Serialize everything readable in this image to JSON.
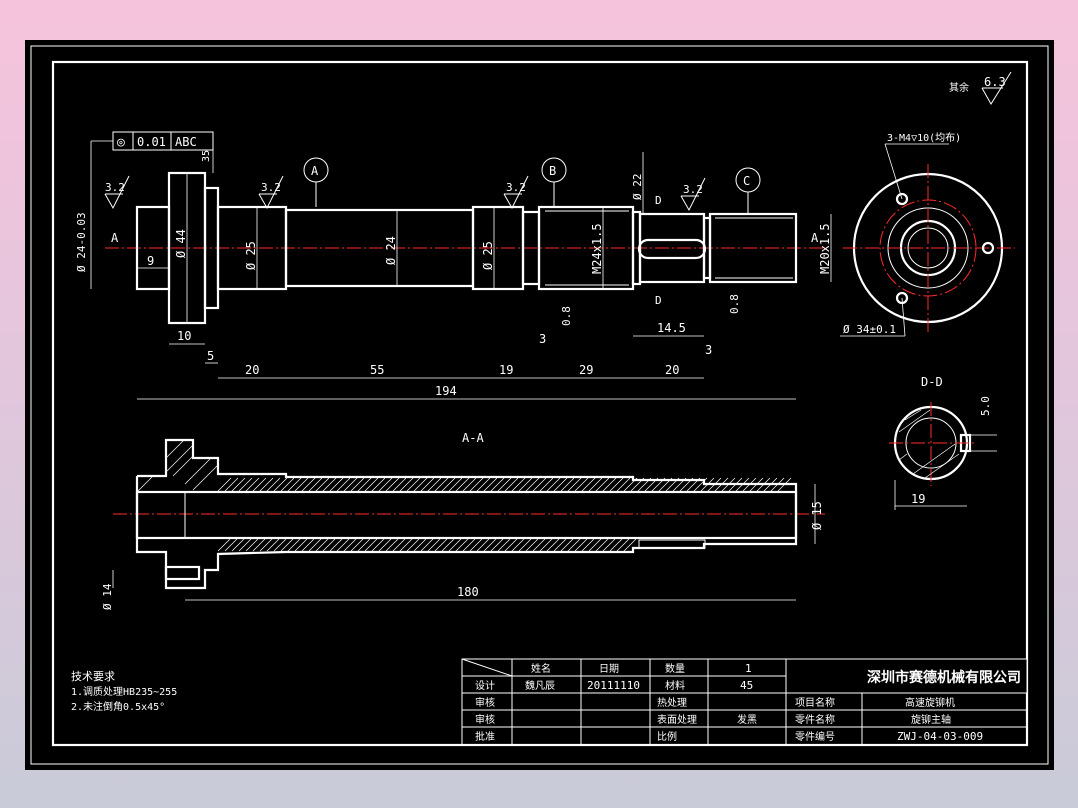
{
  "drawing": {
    "roughness_top": "6.3",
    "roughness_top_note": "其余",
    "roughness": [
      "3.2",
      "3.2",
      "3.2",
      "3.2"
    ],
    "tolerance_frame": {
      "symbol": "◎",
      "value": "0.01",
      "datum": "ABC"
    },
    "datums": [
      "A",
      "B",
      "C"
    ],
    "section_labels": {
      "a_a": "A-A",
      "d_d": "D-D",
      "a": "A",
      "d": "D"
    },
    "diameters": {
      "d24_left": "Ø 24-0.03",
      "d44": "Ø 44",
      "d25_1": "Ø 25",
      "d24": "Ø 24",
      "d25_2": "Ø 25",
      "m24": "M24x1.5",
      "d22": "Ø 22",
      "m20": "M20x1.5",
      "d15": "Ø 15",
      "d14": "Ø 14",
      "d35": "35",
      "d34": "Ø 34±0.1",
      "d19": "19",
      "w5": "5.0"
    },
    "lengths": {
      "l9": "9",
      "l10": "10",
      "l5": "5",
      "l20a": "20",
      "l55": "55",
      "l19": "19",
      "l3a": "3",
      "l29": "29",
      "l20b": "20",
      "l3b": "3",
      "l194": "194",
      "l08a": "0.8",
      "l08b": "0.8",
      "l145": "14.5",
      "l180": "180"
    },
    "holes_note": "3-M4▽10(均布)"
  },
  "notes": {
    "title": "技术要求",
    "line1": "1.调质处理HB235~255",
    "line2": "2.未注倒角0.5x45°"
  },
  "title_block": {
    "h_name": "姓名",
    "h_date": "日期",
    "h_qty": "数量",
    "qty_value": "1",
    "r_design": "设计",
    "design_name": "魏凡辰",
    "design_date": "20111110",
    "r_material": "材料",
    "material_value": "45",
    "r_check": "审核",
    "r_heat": "热处理",
    "r_project": "项目名称",
    "project_value": "高速旋铆机",
    "r_approve": "审核",
    "r_surface": "表面处理",
    "surface_value": "发黑",
    "r_part": "零件名称",
    "part_value": "旋铆主轴",
    "r_approve2": "批准",
    "r_scale": "比例",
    "r_partno": "零件编号",
    "partno_value": "ZWJ-04-03-009",
    "company": "深圳市赛德机械有限公司"
  }
}
